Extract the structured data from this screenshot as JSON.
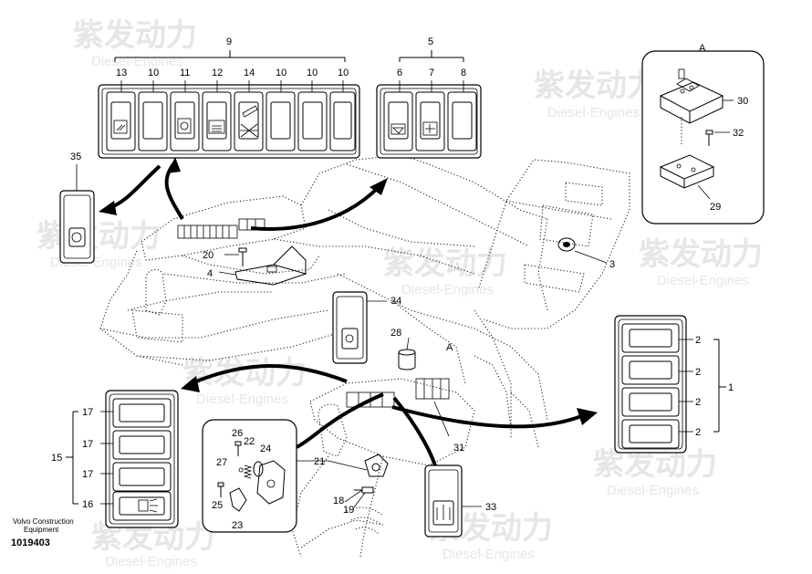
{
  "watermark": {
    "brand": "紫发动力",
    "sub": "Diesel-Engines"
  },
  "callouts": {
    "c1": "1",
    "c2a": "2",
    "c2b": "2",
    "c2c": "2",
    "c2d": "2",
    "c3": "3",
    "c4": "4",
    "c5": "5",
    "c6": "6",
    "c7": "7",
    "c8": "8",
    "c9": "9",
    "c10a": "10",
    "c10b": "10",
    "c10c": "10",
    "c10d": "10",
    "c11": "11",
    "c12": "12",
    "c13": "13",
    "c14": "14",
    "c15": "15",
    "c16": "16",
    "c17a": "17",
    "c17b": "17",
    "c17c": "17",
    "c18": "18",
    "c19": "19",
    "c20": "20",
    "c21": "21",
    "c22": "22",
    "c23": "23",
    "c24": "24",
    "c25": "25",
    "c26": "26",
    "c27": "27",
    "c28": "28",
    "c29": "29",
    "c30": "30",
    "c31": "31",
    "c32": "32",
    "c33": "33",
    "c34": "34",
    "c35": "35",
    "detailA": "A",
    "detailA2": "A"
  },
  "footer": {
    "company_line1": "Volvo Construction",
    "company_line2": "Equipment",
    "drawing_number": "1019403"
  }
}
